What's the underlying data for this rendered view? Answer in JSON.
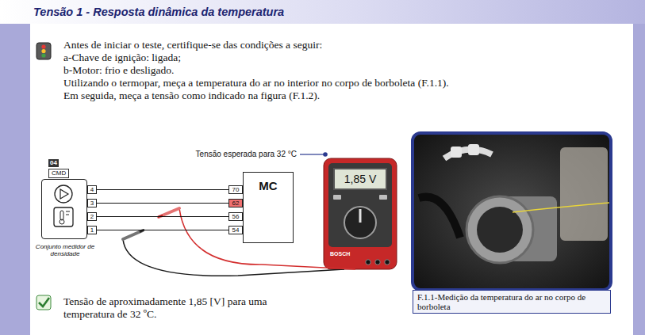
{
  "diagram": {
    "title": "Tensão 1 - Resposta dinâmica da temperatura",
    "nodes": [
      {
        "text": [
          "04",
          "CMD",
          "Conjunto medidor de densidade"
        ]
      },
      {
        "text": [
          "4"
        ]
      },
      {
        "text": [
          "3"
        ]
      },
      {
        "text": [
          "2"
        ]
      },
      {
        "text": [
          "1"
        ]
      },
      {
        "text": [
          "MC"
        ]
      },
      {
        "text": [
          "70"
        ]
      },
      {
        "text": [
          "62"
        ]
      },
      {
        "text": [
          "56"
        ]
      },
      {
        "text": [
          "54"
        ]
      },
      {
        "text": [
          "1,85 V"
        ]
      },
      {
        "text": [
          "F.1.1-Medição da temperatura do ar no corpo de borboleta"
        ]
      }
    ],
    "edges": [
      {
        "from": 1,
        "to": 6,
        "arrow": "none"
      },
      {
        "from": 2,
        "to": 7,
        "arrow": "none"
      },
      {
        "from": 3,
        "to": 8,
        "arrow": "none"
      },
      {
        "from": 4,
        "to": 9,
        "arrow": "none"
      }
    ],
    "labels": [
      "Antes de iniciar o teste, certifique-se das condições a seguir:",
      "a-Chave de ignição: ligada;",
      "b-Motor: frio e desligado.",
      "Utilizando o termopar, meça a temperatura do ar no interior no corpo de borboleta (F.1.1).",
      "Em seguida, meça a tensão como indicado na figura (F.1.2).",
      "Tensão esperada para 32 °C",
      "BOSCH",
      "Tensão de aproximadamente 1,85 [V] para uma temperatura de 32 ºC."
    ]
  }
}
